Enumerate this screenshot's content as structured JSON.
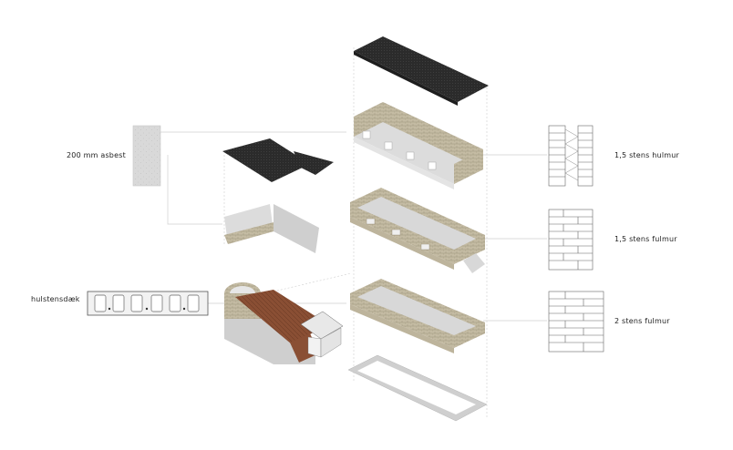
{
  "labels": {
    "asbestos": "200 mm asbest",
    "hollowcore": "hulstensdæk",
    "wall_hollow_15": "1,5 stens hulmur",
    "wall_solid_15": "1,5 stens fulmur",
    "wall_solid_2": "2 stens fulmur"
  },
  "colors": {
    "roof": "#2b2b2b",
    "brick_wall": "#bdb49c",
    "brick_dark": "#8f866d",
    "interior": "#d7d7d7",
    "terrace": "#8a4f34",
    "concrete": "#cfcfcf",
    "leader": "#c8c8c8"
  }
}
